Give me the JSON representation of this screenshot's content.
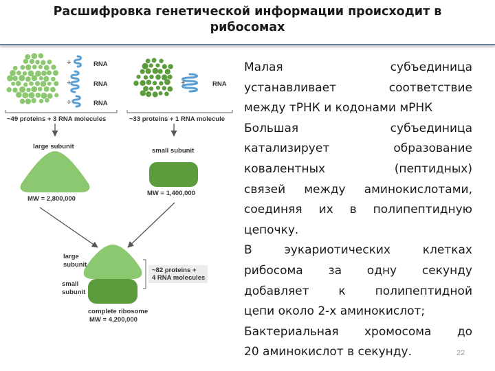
{
  "title": {
    "line1": "Расшифровка генетической информации происходит в",
    "line2": "рибосомах"
  },
  "diagram": {
    "plus": "+",
    "rna_label": "RNA",
    "large_components_caption": "~49 proteins + 3 RNA molecules",
    "small_components_caption": "~33 proteins + 1 RNA molecule",
    "large_subunit_label": "large subunit",
    "small_subunit_label": "small subunit",
    "large_mw": "MW = 2,800,000",
    "small_mw": "MW = 1,400,000",
    "ribosome_large_label": [
      "large",
      "subunit"
    ],
    "ribosome_small_label": [
      "small",
      "subunit"
    ],
    "ribosome_components": [
      "~82 proteins +",
      "4 RNA molecules"
    ],
    "complete_ribosome_label": "complete ribosome",
    "ribosome_mw": "MW = 4,200,000",
    "colors": {
      "light_green": "#8cc870",
      "dark_green": "#5c9c3c",
      "rna_blue": "#5a9fd4",
      "arrow": "#555555"
    }
  },
  "body_text": {
    "lines": [
      "Малая субъединица",
      "устанавливает соответствие",
      "между тРНК и кодонами мРНК",
      "Большая субъединица",
      "катализирует образование",
      "ковалентных (пептидных)",
      "связей между аминокислотами,",
      "соединяя их в полипептидную",
      "цепочку.",
      "В эукариотических клетках",
      "рибосома за одну секунду",
      "добавляет к полипептидной",
      "цепи около 2-х аминокислот;",
      "Бактериальная хромосома до",
      "20 аминокислот в секунду."
    ]
  },
  "page_number": "22"
}
